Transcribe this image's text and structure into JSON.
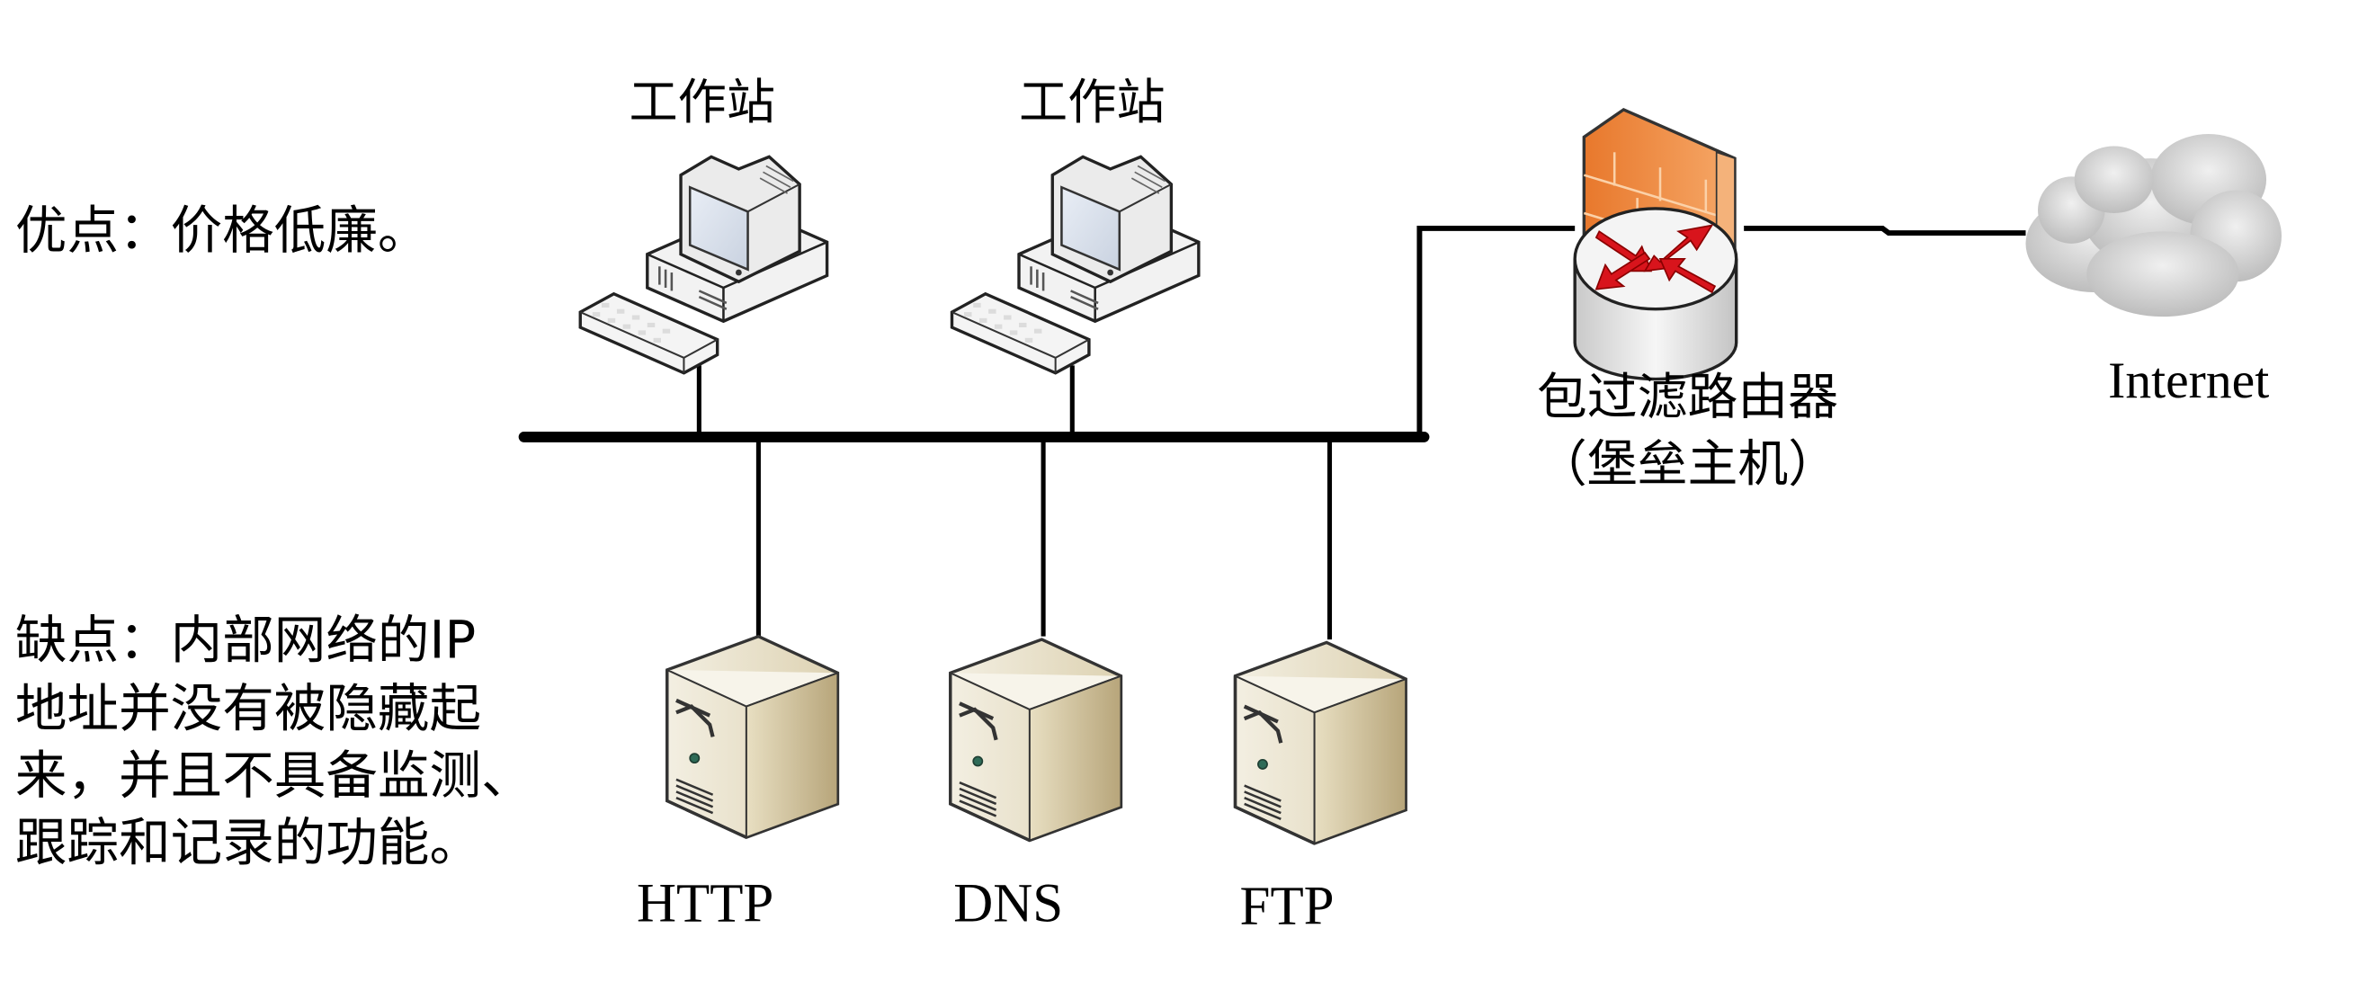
{
  "diagram": {
    "type": "network-topology",
    "advantages_text": "优点：价格低廉。",
    "disadvantages_lines": [
      "缺点：内部网络的IP",
      "地址并没有被隐藏起",
      "来，并且不具备监测、",
      "跟踪和记录的功能。"
    ],
    "nodes": {
      "workstations": [
        {
          "label": "工作站",
          "icon": "workstation-icon"
        },
        {
          "label": "工作站",
          "icon": "workstation-icon"
        }
      ],
      "servers": [
        {
          "label": "HTTP",
          "icon": "server-icon"
        },
        {
          "label": "DNS",
          "icon": "server-icon"
        },
        {
          "label": "FTP",
          "icon": "server-icon"
        }
      ],
      "router": {
        "label_line1": "包过滤路由器",
        "label_line2": "（堡垒主机）",
        "icon": "firewall-router-icon"
      },
      "internet": {
        "label": "Internet",
        "icon": "cloud-icon"
      }
    },
    "edges": [
      [
        "workstation-1",
        "lan-bus"
      ],
      [
        "workstation-2",
        "lan-bus"
      ],
      [
        "server-http",
        "lan-bus"
      ],
      [
        "server-dns",
        "lan-bus"
      ],
      [
        "server-ftp",
        "lan-bus"
      ],
      [
        "lan-bus",
        "router"
      ],
      [
        "router",
        "internet"
      ]
    ],
    "colors": {
      "firewall": "#f08a3c",
      "arrows": "#d8141c",
      "server": "#d9cfb0",
      "cloud": "#c8c8c8"
    }
  }
}
